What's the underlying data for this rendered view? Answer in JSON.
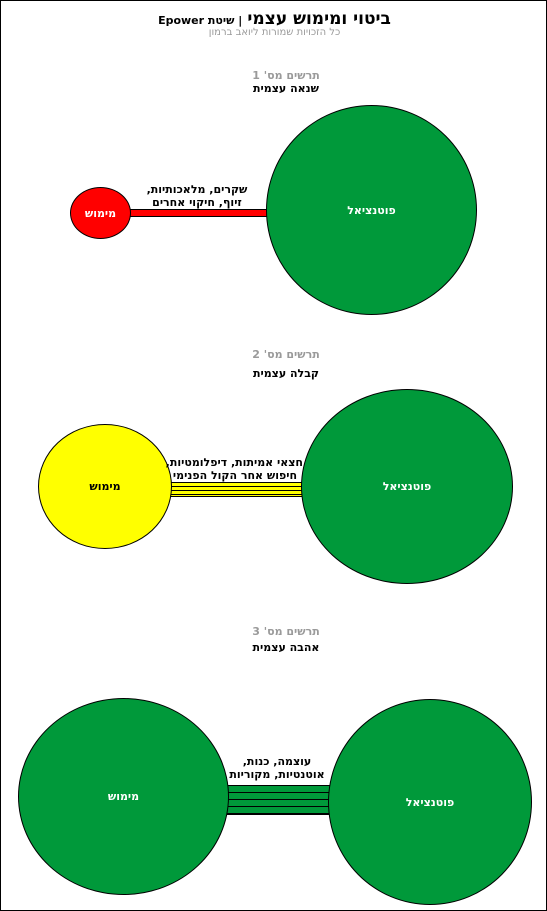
{
  "header": {
    "title": "ביטוי ומימוש עצמי",
    "subtitle": "| שיטת Epower",
    "copyright": "כל הזכויות שמורות ליואב ברמון"
  },
  "diagrams": [
    {
      "heading": "תרשים מס' 1",
      "caption": "שנאה עצמית",
      "left_circle": {
        "label": "מימוש",
        "color": "#ff0000"
      },
      "right_circle": {
        "label": "פוטנציאל",
        "color": "#00993a"
      },
      "connector_color": "#ff0000",
      "connector_lines": 1,
      "link_text": [
        "שקרים, מלאכותיות,",
        "זיוף, חיקוי אחרים"
      ]
    },
    {
      "heading": "תרשים מס' 2",
      "caption": "קבלה עצמית",
      "left_circle": {
        "label": "מימוש",
        "color": "#ffff00"
      },
      "right_circle": {
        "label": "פוטנציאל",
        "color": "#00993a"
      },
      "connector_color": "#ffff00",
      "connector_lines": 3,
      "link_text": [
        "חצאי אמיתות, דיפלומטיות,",
        "חיפוש אחר הקול הפנימי"
      ]
    },
    {
      "heading": "תרשים מס' 3",
      "caption": "אהבה עצמית",
      "left_circle": {
        "label": "מימוש",
        "color": "#00993a"
      },
      "right_circle": {
        "label": "פוטנציאל",
        "color": "#00993a"
      },
      "connector_color": "#00993a",
      "connector_lines": 4,
      "link_text": [
        "עוצמה, כנות,",
        "אוטנטיות, מקוריות"
      ]
    }
  ]
}
